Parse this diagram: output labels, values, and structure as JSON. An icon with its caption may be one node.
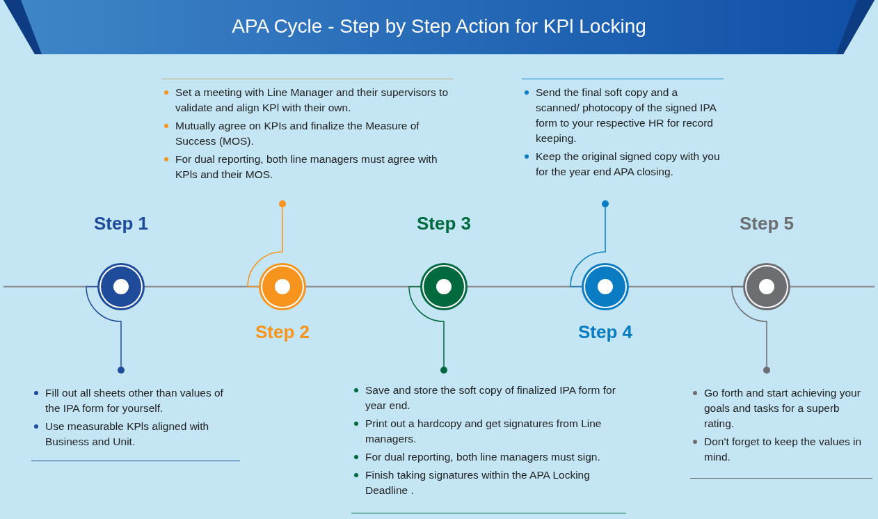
{
  "diagram": {
    "title": "APA Cycle - Step by Step Action for KPl Locking",
    "nodes": [
      {
        "text": [
          "Set a meeting with Line Manager and their supervisors to validate and align KPl with their own.",
          "Mutually agree on KPIs and finalize the Measure of Success (MOS).",
          "For dual reporting, both line managers must agree with KPls and their MOS."
        ]
      },
      {
        "text": [
          "Send the final soft copy and a scanned/ photocopy of the signed IPA form to your respective HR for record keeping.",
          "Keep the original signed copy with you for the year end APA closing."
        ]
      },
      {
        "text": [],
        "shape": "circle",
        "beside": [
          "Step 1"
        ]
      },
      {
        "text": [],
        "shape": "circle",
        "beside": [
          "Step 2"
        ]
      },
      {
        "text": [],
        "shape": "circle",
        "beside": [
          "Step 3"
        ]
      },
      {
        "text": [],
        "shape": "circle",
        "beside": [
          "Step 4"
        ]
      },
      {
        "text": [],
        "shape": "circle",
        "beside": [
          "Step 5"
        ]
      },
      {
        "text": [
          "Fill out all sheets other than values of the IPA form for yourself.",
          "Use measurable KPls aligned with Business and Unit."
        ]
      },
      {
        "text": [
          "Save and store the soft copy of finalized IPA form for year end.",
          "Print out a hardcopy and get signatures from Line managers.",
          "For dual reporting, both line managers must sign.",
          "Finish taking signatures within the APA Locking Deadline ."
        ]
      },
      {
        "text": [
          "Go forth and start achieving your goals and tasks for a superb rating.",
          "Don't forget to keep the values in mind."
        ]
      }
    ],
    "edges": [
      {
        "from": 2,
        "to": 3,
        "arrow": "none",
        "color": "#8c9196"
      },
      {
        "from": 3,
        "to": 4,
        "arrow": "none",
        "color": "#8c9196"
      },
      {
        "from": 4,
        "to": 5,
        "arrow": "none",
        "color": "#8c9196"
      },
      {
        "from": 5,
        "to": 6,
        "arrow": "none",
        "color": "#8c9196"
      },
      {
        "from": 2,
        "to": 7,
        "arrow": "other",
        "color": "#1f4b9b"
      },
      {
        "from": 3,
        "to": 0,
        "arrow": "other",
        "color": "#f7941d"
      },
      {
        "from": 4,
        "to": 8,
        "arrow": "other",
        "color": "#00693e"
      },
      {
        "from": 5,
        "to": 1,
        "arrow": "other",
        "color": "#0a7cc4"
      },
      {
        "from": 6,
        "to": 9,
        "arrow": "other",
        "color": "#6d6e71"
      }
    ]
  }
}
